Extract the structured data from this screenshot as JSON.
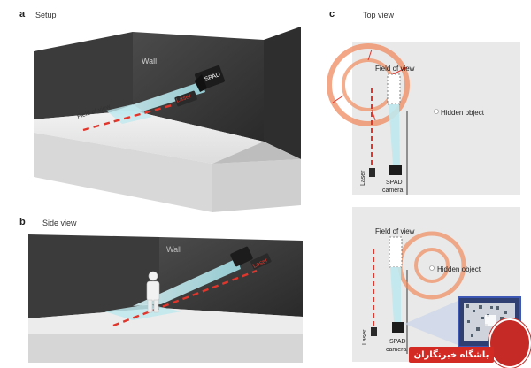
{
  "panels": {
    "a": {
      "letter": "a",
      "title": "Setup"
    },
    "b": {
      "letter": "b",
      "title": "Side view"
    },
    "c": {
      "letter": "c",
      "title": "Top view"
    }
  },
  "labels": {
    "wall": "Wall",
    "field_of_view": "Field of view",
    "spad_short": "SPAD",
    "laser": "Laser",
    "hidden_object": "Hidden object",
    "spad_camera_line1": "SPAD",
    "spad_camera_line2": "camera"
  },
  "watermark": {
    "text": "باشگاه خبرنگاران"
  },
  "colors": {
    "wall_dark": "#3a3a3a",
    "floor": "#e8e8e8",
    "beam": "#bfe9ee",
    "laser_red": "#e0362c",
    "ring_orange": "#f08a5d"
  }
}
